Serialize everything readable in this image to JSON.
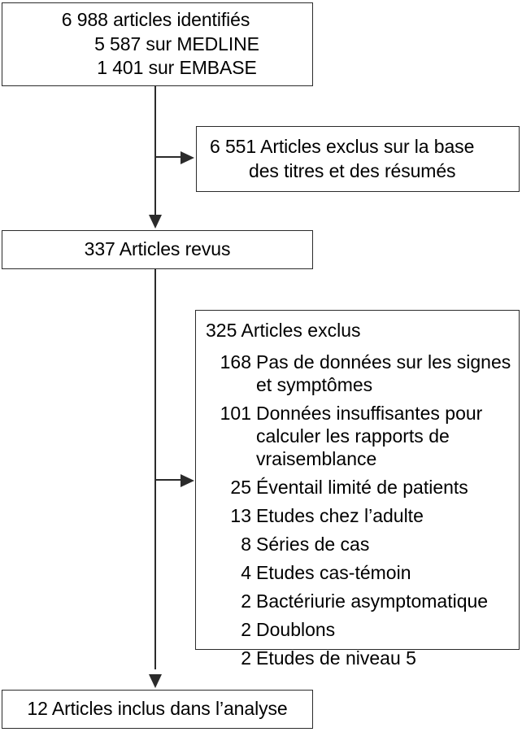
{
  "diagram": {
    "type": "prisma-study-selection-flowchart",
    "language": "fr",
    "boxes": {
      "identified": {
        "line1": "6 988 articles identifiés",
        "line2": "5 587 sur MEDLINE",
        "line3": "1 401 sur EMBASE"
      },
      "excluded_titles": {
        "line1": "6 551 Articles exclus sur la base",
        "line2": "des titres et des résumés"
      },
      "reviewed": {
        "label": "337 Articles revus"
      },
      "excluded_detail": {
        "heading": "325 Articles exclus",
        "reasons": [
          {
            "count": "168",
            "text": "Pas de données sur les signes et symptômes"
          },
          {
            "count": "101",
            "text": "Données insuffisantes pour calculer les rapports de vraisemblance"
          },
          {
            "count": "25",
            "text": "Éventail limité de patients"
          },
          {
            "count": "13",
            "text": "Etudes chez l’adulte"
          },
          {
            "count": "8",
            "text": "Séries de cas"
          },
          {
            "count": "4",
            "text": "Etudes cas-témoin"
          },
          {
            "count": "2",
            "text": "Bactériurie asymptomatique"
          },
          {
            "count": "2",
            "text": "Doublons"
          },
          {
            "count": "2",
            "text": "Etudes de niveau 5"
          }
        ]
      },
      "included": {
        "label": "12 Articles inclus dans l’analyse"
      }
    },
    "colors": {
      "stroke": "#2b2b2b",
      "fill": "#ffffff",
      "text": "#000000"
    }
  }
}
